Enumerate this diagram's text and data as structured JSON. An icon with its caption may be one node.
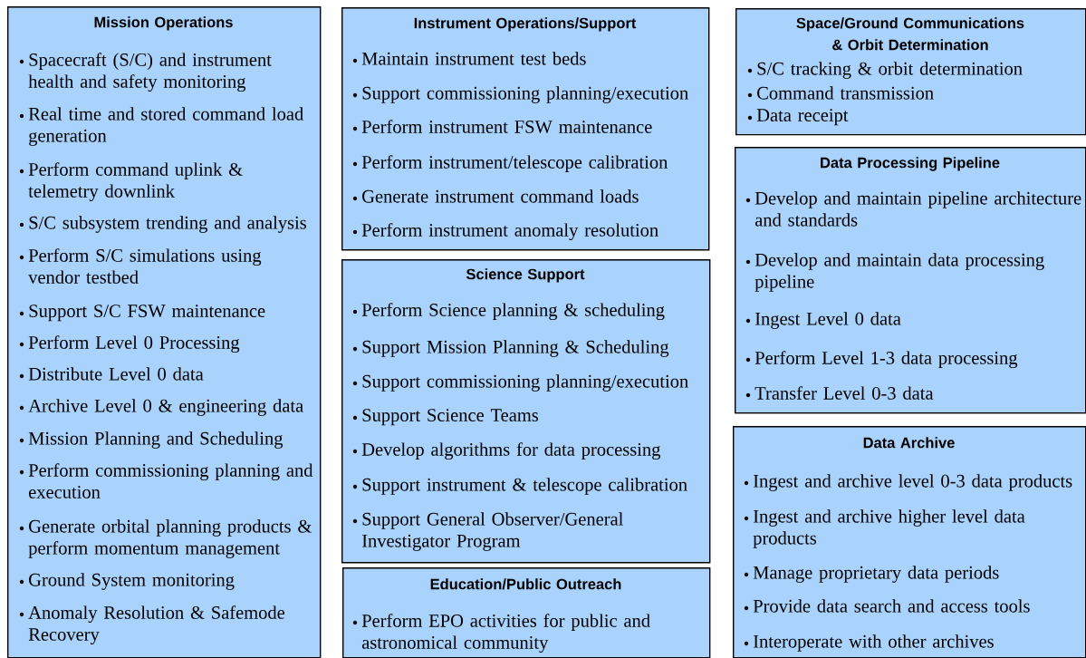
{
  "diagram": {
    "nodes": [
      {
        "text": [
          "Mission Operations",
          "Spacecraft (S/C) and instrument health and safety monitoring",
          "Real time and stored command load generation",
          "Perform command uplink & telemetry downlink",
          "S/C subsystem trending and analysis",
          "Perform S/C simulations using vendor testbed",
          "Support S/C FSW maintenance",
          "Perform Level 0 Processing",
          "Distribute Level 0 data",
          "Archive Level 0 & engineering data",
          "Mission Planning and Scheduling",
          "Perform commissioning planning and execution",
          "Generate orbital planning products & perform momentum management",
          "Ground System monitoring",
          "Anomaly Resolution & Safemode Recovery"
        ]
      },
      {
        "text": [
          "Instrument Operations/Support",
          "Maintain instrument test beds",
          "Support commissioning planning/execution",
          "Perform instrument FSW maintenance",
          "Perform instrument/telescope calibration",
          "Generate instrument command loads",
          "Perform instrument anomaly resolution"
        ]
      },
      {
        "text": [
          "Science Support",
          "Perform Science planning & scheduling",
          "Support Mission Planning & Scheduling",
          "Support commissioning planning/execution",
          "Support Science Teams",
          "Develop algorithms for data processing",
          "Support instrument & telescope calibration",
          "Support General Observer/General Investigator Program"
        ]
      },
      {
        "text": [
          "Education/Public Outreach",
          "Perform EPO activities for public and astronomical community"
        ]
      },
      {
        "text": [
          "Space/Ground Communications & Orbit Determination",
          "S/C tracking & orbit determination",
          "Command transmission",
          "Data receipt"
        ]
      },
      {
        "text": [
          "Data Processing Pipeline",
          "Develop and maintain pipeline architecture and standards",
          "Develop and maintain data processing pipeline",
          "Ingest Level 0 data",
          "Perform Level 1-3 data processing",
          "Transfer Level 0-3 data"
        ]
      },
      {
        "text": [
          "Data Archive",
          "Ingest and archive level 0-3 data products",
          "Ingest and archive higher level data products",
          "Manage proprietary data periods",
          "Provide data search and access tools",
          "Interoperate with other archives"
        ]
      }
    ]
  }
}
